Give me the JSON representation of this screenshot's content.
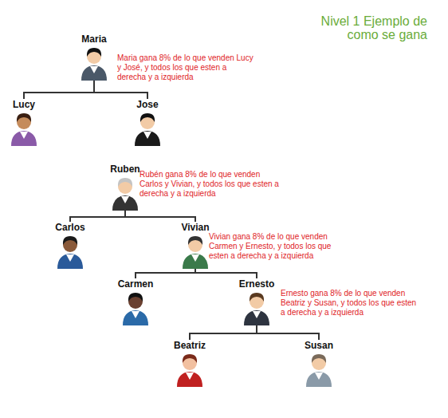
{
  "diagram": {
    "title": "Nivel 1 Ejemplo de como se gana",
    "nodes": [
      {
        "text": [
          "Maria"
        ]
      },
      {
        "text": [
          "Lucy"
        ]
      },
      {
        "text": [
          "Jose"
        ]
      },
      {
        "text": [
          "Ruben"
        ]
      },
      {
        "text": [
          "Carlos"
        ]
      },
      {
        "text": [
          "Vivian"
        ]
      },
      {
        "text": [
          "Carmen"
        ]
      },
      {
        "text": [
          "Ernesto"
        ]
      },
      {
        "text": [
          "Beatriz"
        ]
      },
      {
        "text": [
          "Susan"
        ]
      }
    ],
    "edges": [
      {
        "from": 0,
        "to": 1,
        "arrow": "none"
      },
      {
        "from": 0,
        "to": 2,
        "arrow": "none"
      },
      {
        "from": 3,
        "to": 4,
        "arrow": "none"
      },
      {
        "from": 3,
        "to": 5,
        "arrow": "none"
      },
      {
        "from": 5,
        "to": 6,
        "arrow": "none"
      },
      {
        "from": 5,
        "to": 7,
        "arrow": "none"
      },
      {
        "from": 7,
        "to": 8,
        "arrow": "none"
      },
      {
        "from": 7,
        "to": 9,
        "arrow": "none"
      }
    ],
    "labels": [
      "Maria gana 8% de lo que venden Lucy y José, y todos los que esten a derecha y a izquierda",
      "Rubén gana 8% de lo que venden Carlos y Vivian, y todos los que esten a derecha y a izquierda",
      "Vivian gana 8% de lo que venden Carmen y Ernesto, y todos los que esten a derecha y a izquierda",
      "Ernesto gana 8% de lo que venden Beatriz y Susan, y todos los que esten a derecha y a izquierda"
    ]
  }
}
